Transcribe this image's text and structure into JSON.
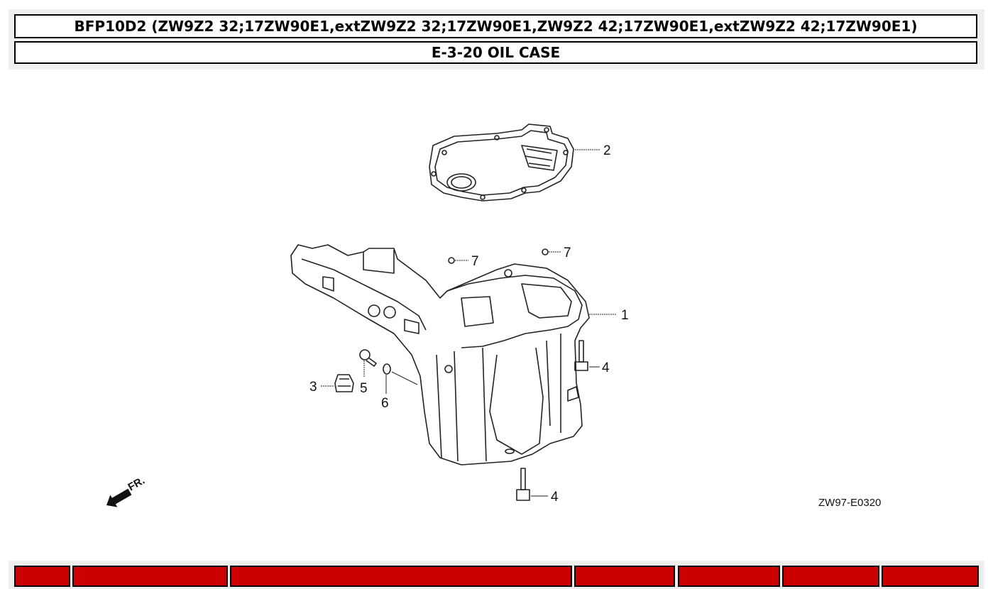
{
  "header": {
    "model_title": "BFP10D2 (ZW9Z2 32;17ZW90E1,extZW9Z2 32;17ZW90E1,ZW9Z2 42;17ZW90E1,extZW9Z2 42;17ZW90E1)",
    "section_title": "E-3-20 OIL CASE"
  },
  "diagram": {
    "callouts": [
      {
        "ref": "1",
        "part": "oil-case"
      },
      {
        "ref": "2",
        "part": "gasket"
      },
      {
        "ref": "3",
        "part": "plug"
      },
      {
        "ref": "4",
        "part": "bolt-upper"
      },
      {
        "ref": "4",
        "part": "bolt-lower"
      },
      {
        "ref": "5",
        "part": "bolt-small"
      },
      {
        "ref": "6",
        "part": "washer"
      },
      {
        "ref": "7",
        "part": "dowel-left"
      },
      {
        "ref": "7",
        "part": "dowel-right"
      }
    ],
    "direction_label": "FR.",
    "drawing_code": "ZW97-E0320"
  },
  "parts_table": {
    "header_color": "#cc0000",
    "columns": [
      "",
      "",
      "",
      "",
      "",
      "",
      ""
    ]
  }
}
